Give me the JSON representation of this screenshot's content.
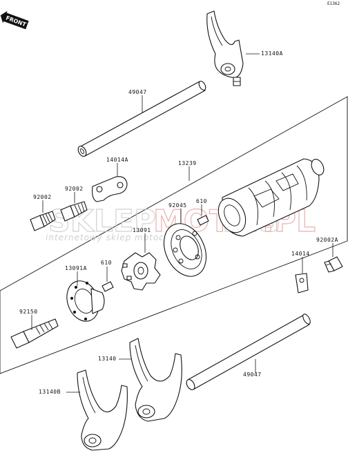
{
  "diagram": {
    "ref_code": "E1362",
    "front_label": "FRONT",
    "watermark": {
      "brand_a": "SKLEP",
      "brand_b": "MOTO",
      "brand_c": "DIS",
      "brand_d": ".PL",
      "tagline": "internetowy sklep motocyklowy"
    },
    "labels": {
      "p13140A": "13140A",
      "p49047_top": "49047",
      "p14014A": "14014A",
      "p13239": "13239",
      "p92002": "92002",
      "p92002_b": "92002",
      "p610_top": "610",
      "p92045": "92045",
      "p13091": "13091",
      "p13091A": "13091A",
      "p610_low": "610",
      "p92002A": "92002A",
      "p14014": "14014",
      "p92150": "92150",
      "p13140": "13140",
      "p49047_low": "49047",
      "p13140B": "13140B"
    }
  }
}
